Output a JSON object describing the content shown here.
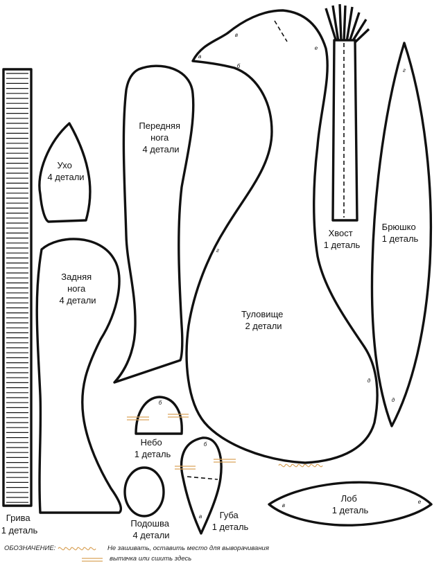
{
  "parts": {
    "mane": [
      "Грива",
      "1 деталь"
    ],
    "ear": [
      "Ухо",
      "4 детали"
    ],
    "hind_leg": [
      "Задняя",
      "нога",
      "4 детали"
    ],
    "front_leg": [
      "Передняя",
      "нога",
      "4 детали"
    ],
    "palate": [
      "Небо",
      "1 деталь"
    ],
    "sole": [
      "Подошва",
      "4 детали"
    ],
    "lip": [
      "Губа",
      "1 деталь"
    ],
    "torso": [
      "Туловище",
      "2 детали"
    ],
    "tail": [
      "Хвост",
      "1 деталь"
    ],
    "belly": [
      "Брюшко",
      "1 деталь"
    ],
    "forehead": [
      "Лоб",
      "1 деталь"
    ]
  },
  "marks": {
    "a": "а",
    "b": "б",
    "v": "в",
    "g": "г",
    "d": "д",
    "e": "е"
  },
  "legend": {
    "title": "ОБОЗНАЧЕНИЕ:",
    "no_sew": "Не зашивать, оставить место  для выворачивания",
    "dart": "вытачка или сшить здесь"
  },
  "colors": {
    "outline": "#111111",
    "legend_mark": "#d9a35a"
  }
}
